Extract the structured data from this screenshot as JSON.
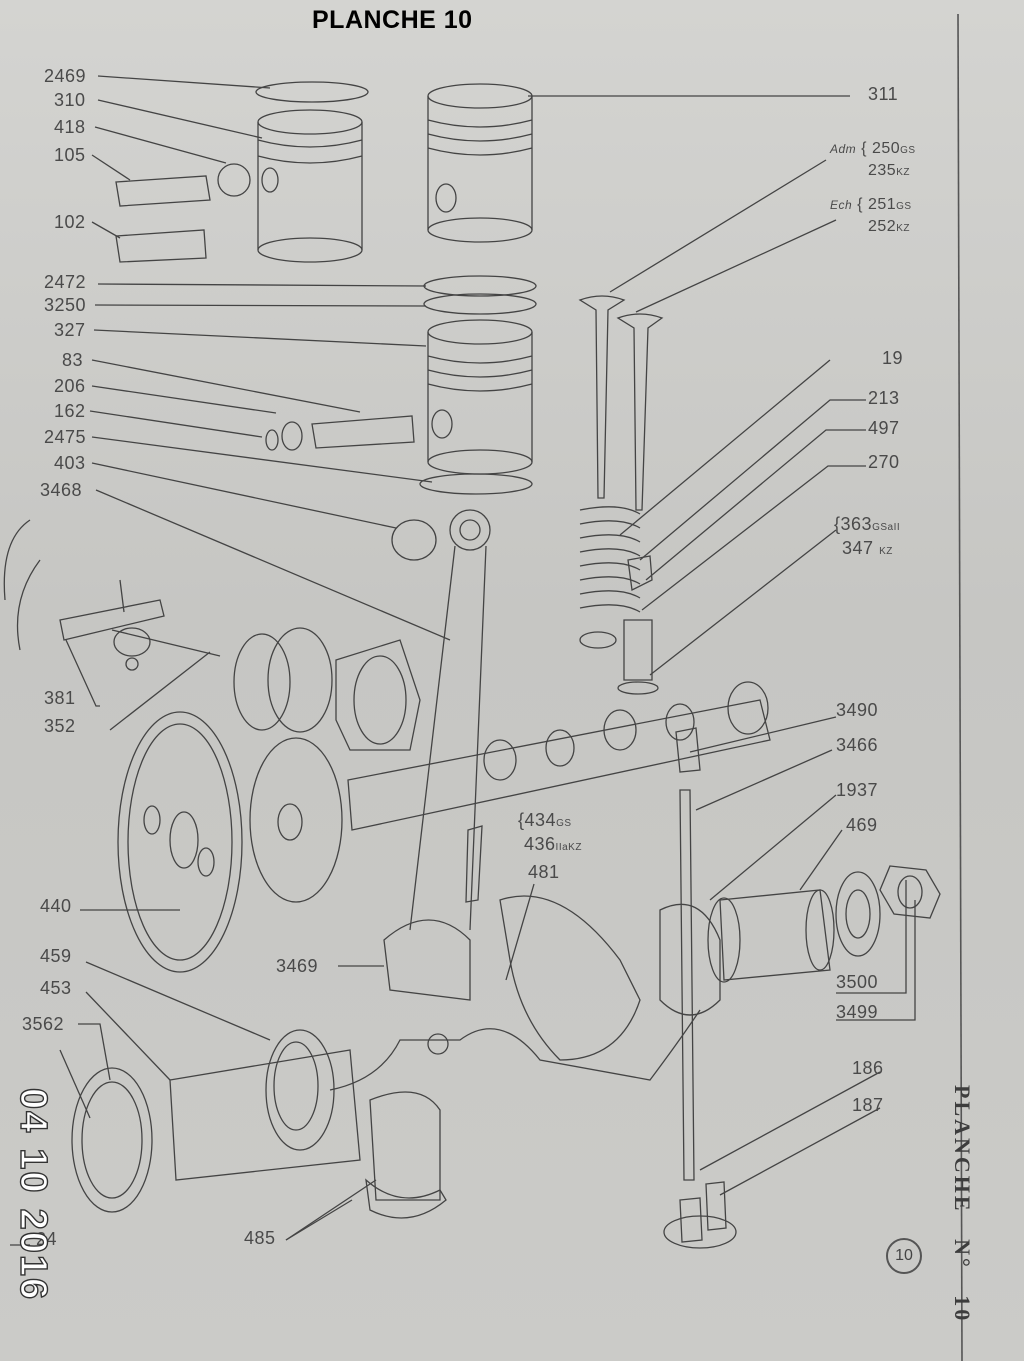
{
  "page_title": "PLANCHE 10",
  "side_title": {
    "word": "PLANCHE",
    "no": "N°",
    "num": "10"
  },
  "badge": "10",
  "date_stamp": {
    "day": "04",
    "month": "10",
    "year": "2016"
  },
  "labels_left": {
    "l2469": "2469",
    "l310": "310",
    "l418": "418",
    "l105": "105",
    "l102": "102",
    "l2472": "2472",
    "l3250": "3250",
    "l327": "327",
    "l83": "83",
    "l206": "206",
    "l162": "162",
    "l2475": "2475",
    "l403": "403",
    "l3468": "3468",
    "l381": "381",
    "l352": "352",
    "l440": "440",
    "l459": "459",
    "l453": "453",
    "l3562": "3562",
    "l24": "24",
    "l485": "485",
    "l3469": "3469"
  },
  "labels_right": {
    "l311": "311",
    "adm": "Adm",
    "adm_a": "250",
    "adm_a_s": "GS",
    "adm_b": "235",
    "adm_b_s": "KZ",
    "ech": "Ech",
    "ech_a": "251",
    "ech_a_s": "GS",
    "ech_b": "252",
    "ech_b_s": "KZ",
    "l19": "19",
    "l213": "213",
    "l497": "497",
    "l270": "270",
    "l363": "363",
    "l363_s": "GSaII",
    "l347": "347",
    "l347_s": "KZ",
    "l3490": "3490",
    "l3466": "3466",
    "l1937": "1937",
    "l469": "469",
    "l434": "434",
    "l434_s": "GS",
    "l436": "436",
    "l436_s": "IIaKZ",
    "l481": "481",
    "l3500": "3500",
    "l3499": "3499",
    "l186": "186",
    "l187": "187"
  }
}
